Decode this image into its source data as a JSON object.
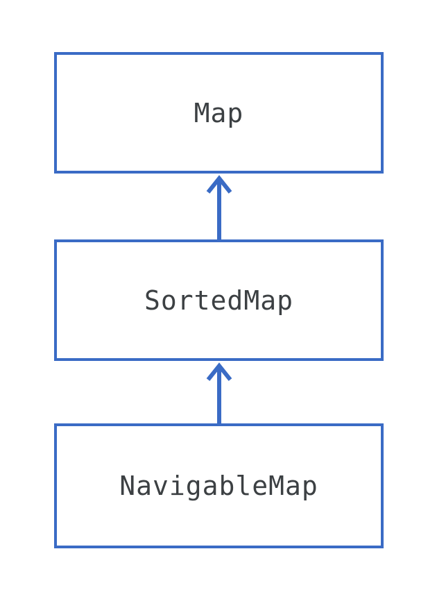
{
  "diagram": {
    "type": "class-hierarchy",
    "nodes": [
      {
        "id": "map",
        "label": "Map"
      },
      {
        "id": "sortedmap",
        "label": "SortedMap"
      },
      {
        "id": "navigablemap",
        "label": "NavigableMap"
      }
    ],
    "edges": [
      {
        "from": "sortedmap",
        "to": "map",
        "relation": "extends",
        "direction": "up"
      },
      {
        "from": "navigablemap",
        "to": "sortedmap",
        "relation": "extends",
        "direction": "up"
      }
    ],
    "colors": {
      "accent": "#3a6bc5",
      "text": "#3c4043",
      "background": "#ffffff"
    }
  }
}
